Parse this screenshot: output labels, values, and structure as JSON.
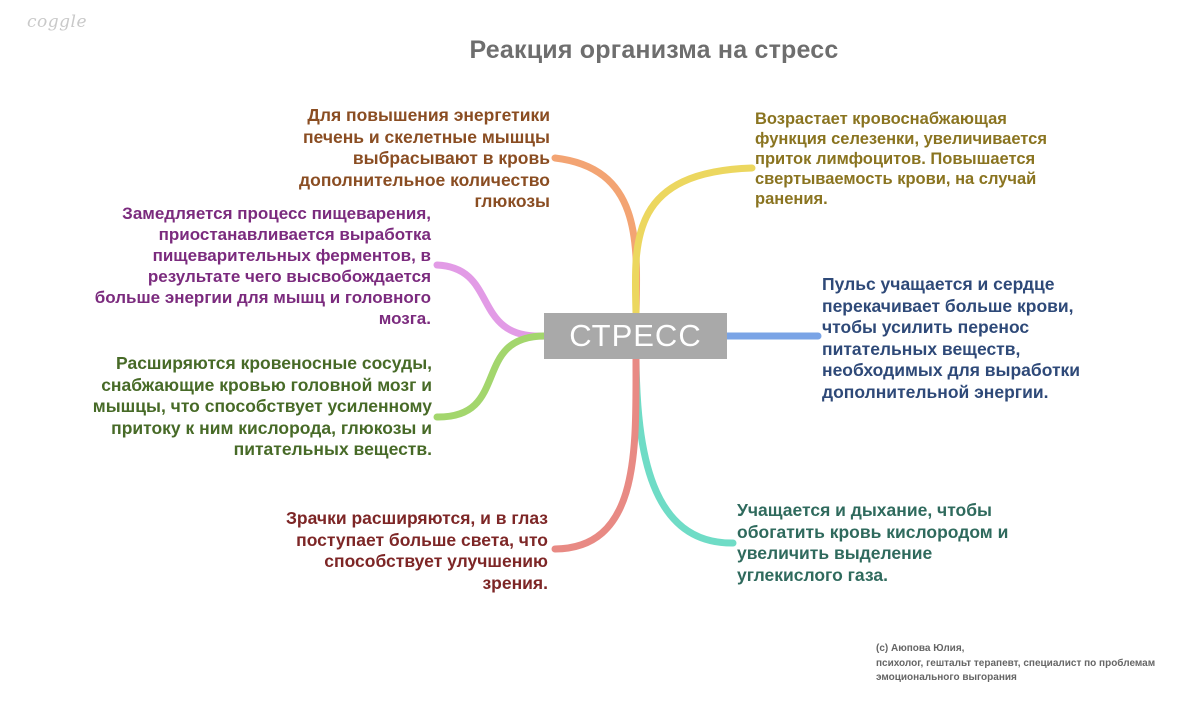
{
  "app": {
    "logo": "coggle"
  },
  "title": "Реакция организма на стресс",
  "center": {
    "label": "СТРЕСС"
  },
  "branches": [
    {
      "id": "liver",
      "color": "#f3a473",
      "text_color": "#8a4d22",
      "text": "Для повышения энергетики печень и скелетные мышцы выбрасывают в кровь дополнительное количество глюкозы"
    },
    {
      "id": "digestion",
      "color": "#e29be6",
      "text_color": "#7b2b7e",
      "text": "Замедляется процесс пищеварения, приостанавливается выработка пищеварительных ферментов, в результате чего высвобождается больше энергии для мышц и головного мозга."
    },
    {
      "id": "vessels",
      "color": "#a3d66d",
      "text_color": "#476a27",
      "text": "Расширяются кровеносные сосуды, снабжающие кровью головной мозг и мышцы, что способствует усиленному притоку к ним кислорода, глюкозы и питательных веществ."
    },
    {
      "id": "pupils",
      "color": "#e88a84",
      "text_color": "#7d2626",
      "text": "Зрачки расширяются, и в глаз поступает больше света, что способствует улучшению зрения."
    },
    {
      "id": "spleen",
      "color": "#ecd75f",
      "text_color": "#8a7420",
      "text": "Возрастает кровоснабжающая функция селезенки, увеличивается приток лимфоцитов. Повышается свертываемость крови, на случай ранения."
    },
    {
      "id": "pulse",
      "color": "#7aa4e6",
      "text_color": "#2e4978",
      "text": "Пульс учащается и сердце перекачивает больше крови, чтобы усилить перенос питательных веществ, необходимых для выработки дополнительной энергии."
    },
    {
      "id": "breath",
      "color": "#6fdcc6",
      "text_color": "#2f6a5d",
      "text": "Учащается и дыхание, чтобы обогатить кровь кислородом и увеличить выделение углекислого газа."
    }
  ],
  "credit": {
    "line1": "(c) Аюпова Юлия,",
    "line2": "психолог, гештальт терапевт, специалист по проблемам эмоционального выгорания"
  }
}
